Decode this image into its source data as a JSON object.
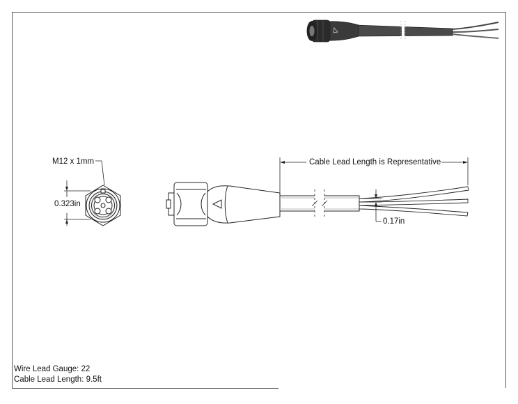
{
  "labels": {
    "thread": "M12 x 1mm",
    "face_dim": "0.323in",
    "cable_length": "Cable Lead Length is Representative",
    "wire_dim": "0.17in"
  },
  "notes": {
    "wire_gauge": "Wire Lead Gauge: 22",
    "cable_length": "Cable Lead Length: 9.5ft"
  }
}
